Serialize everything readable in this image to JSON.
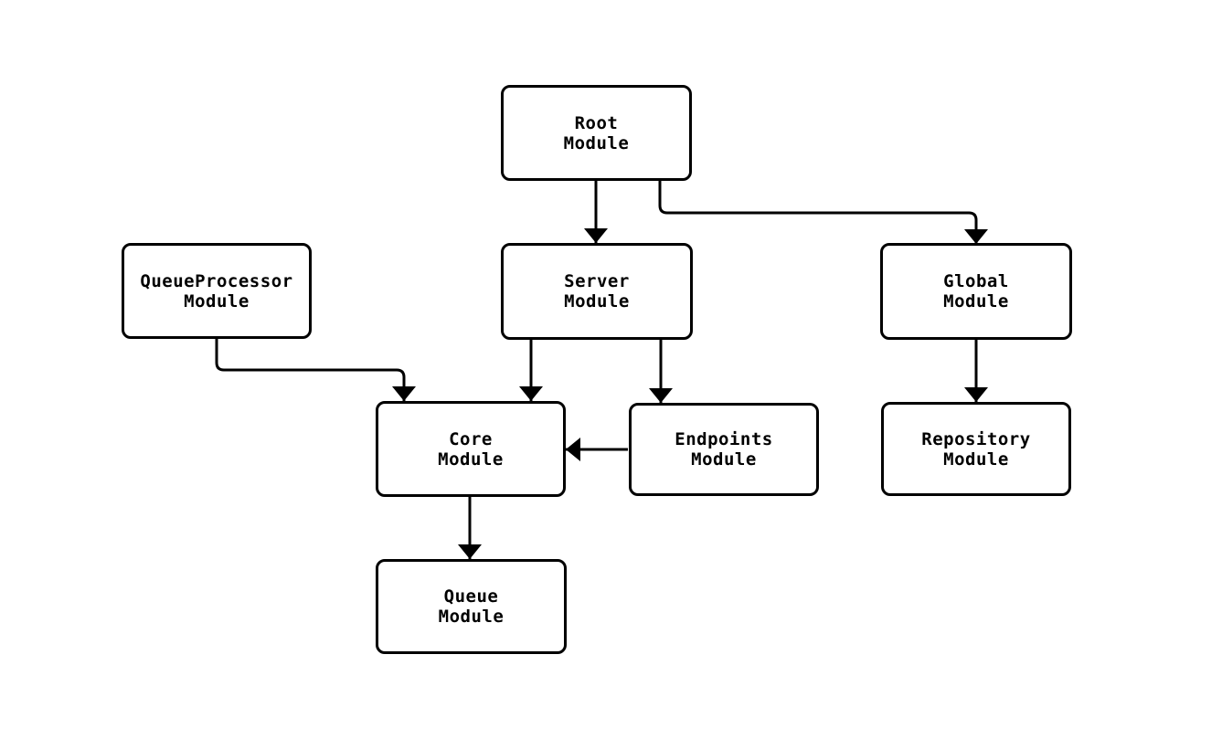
{
  "diagram": {
    "type": "flowchart",
    "direction": "top-down",
    "title": "",
    "colors": {
      "background": "#ffffff",
      "node_fill": "#ffffff",
      "node_border": "#000000",
      "edge": "#000000",
      "text": "#000000"
    },
    "nodes": {
      "root": {
        "label": "Root\nModule"
      },
      "queueprocessor": {
        "label": "QueueProcessor\nModule"
      },
      "server": {
        "label": "Server\nModule"
      },
      "global": {
        "label": "Global\nModule"
      },
      "core": {
        "label": "Core\nModule"
      },
      "endpoints": {
        "label": "Endpoints\nModule"
      },
      "repository": {
        "label": "Repository\nModule"
      },
      "queue": {
        "label": "Queue\nModule"
      }
    },
    "edges": [
      {
        "from": "Root Module",
        "to": "Server Module"
      },
      {
        "from": "Root Module",
        "to": "Global Module"
      },
      {
        "from": "QueueProcessor Module",
        "to": "Core Module"
      },
      {
        "from": "Server Module",
        "to": "Core Module"
      },
      {
        "from": "Server Module",
        "to": "Endpoints Module"
      },
      {
        "from": "Endpoints Module",
        "to": "Core Module"
      },
      {
        "from": "Global Module",
        "to": "Repository Module"
      },
      {
        "from": "Core Module",
        "to": "Queue Module"
      }
    ]
  }
}
